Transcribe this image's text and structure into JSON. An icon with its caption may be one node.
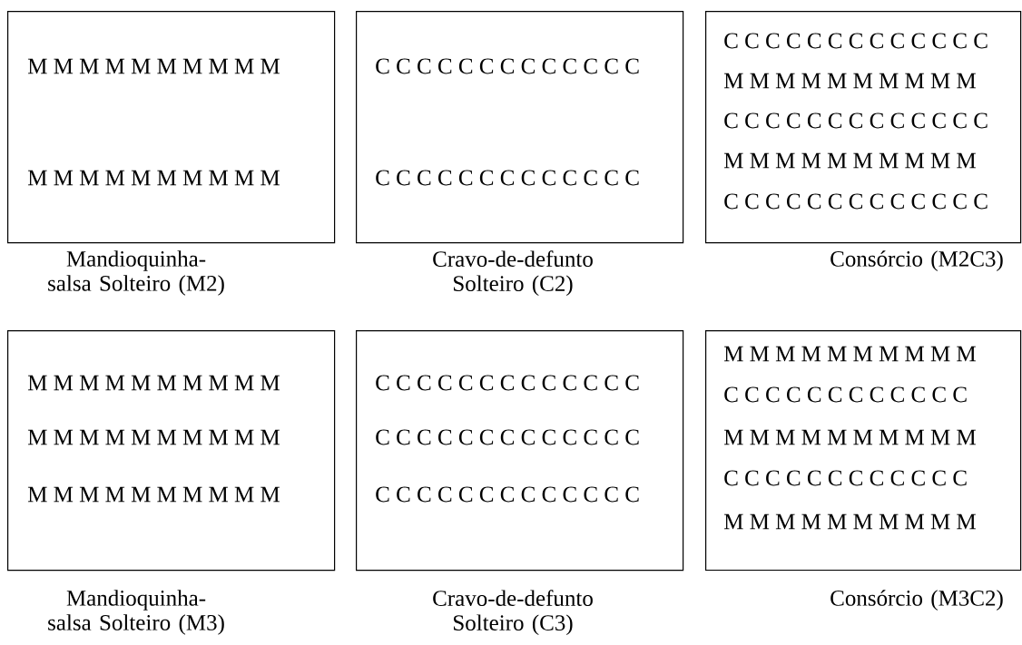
{
  "diagram": {
    "nodes": [
      {
        "text": [
          "M M M M M M M M M M",
          "M M M M M M M M M M"
        ],
        "beside": [
          "Mandioquinha-salsa Solteiro (M2)"
        ]
      },
      {
        "text": [
          "C C C C C C C C C C C C C",
          "C C C C C C C C C C C C C"
        ],
        "beside": [
          "Cravo-de-defunto Solteiro (C2)"
        ]
      },
      {
        "text": [
          "C C C C C C C C C C C C C",
          "M M M M M M M M M M",
          "C C C C C C C C C C C C C",
          "M M M M M M M M M M",
          "C C C C C C C C C C C C C"
        ],
        "beside": [
          "Consórcio (M2C3)"
        ]
      },
      {
        "text": [
          "M M M M M M M M M M",
          "M M M M M M M M M M",
          "M M M M M M M M M M"
        ],
        "beside": [
          "Mandioquinha-salsa Solteiro (M3)"
        ]
      },
      {
        "text": [
          "C C C C C C C C C C C C C",
          "C C C C C C C C C C C C C",
          "C C C C C C C C C C C C C"
        ],
        "beside": [
          "Cravo-de-defunto Solteiro (C3)"
        ]
      },
      {
        "text": [
          "M M M M M M M M M M",
          "C C C C C C C C C C C C",
          "M M M M M M M M M M",
          "C C C C C C C C C C C C",
          "M M M M M M M M M M"
        ],
        "beside": [
          "Consórcio (M3C2)"
        ]
      }
    ]
  }
}
